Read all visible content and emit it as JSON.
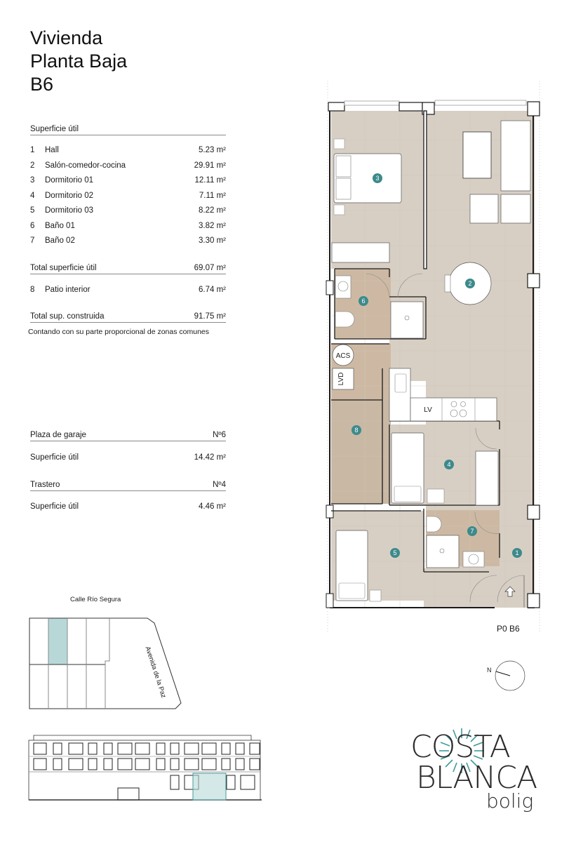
{
  "title": {
    "line1": "Vivienda",
    "line2": "Planta Baja",
    "line3": "B6"
  },
  "superficie": {
    "heading": "Superficie útil",
    "rooms": [
      {
        "num": "1",
        "name": "Hall",
        "area": "5.23 m²"
      },
      {
        "num": "2",
        "name": "Salón-comedor-cocina",
        "area": "29.91 m²"
      },
      {
        "num": "3",
        "name": "Dormitorio 01",
        "area": "12.11 m²"
      },
      {
        "num": "4",
        "name": "Dormitorio 02",
        "area": "7.11 m²"
      },
      {
        "num": "5",
        "name": "Dormitorio 03",
        "area": "8.22 m²"
      },
      {
        "num": "6",
        "name": "Baño 01",
        "area": "3.82 m²"
      },
      {
        "num": "7",
        "name": "Baño 02",
        "area": "3.30 m²"
      }
    ],
    "total_util_label": "Total superficie útil",
    "total_util_value": "69.07 m²",
    "patio": {
      "num": "8",
      "name": "Patio interior",
      "area": "6.74 m²"
    },
    "total_construida_label": "Total sup. construida",
    "total_construida_value": "91.75 m²",
    "note": "Contando con su parte proporcional de zonas comunes"
  },
  "garaje": {
    "label": "Plaza de garaje",
    "number": "Nº6",
    "area_label": "Superficie útil",
    "area_value": "14.42 m²"
  },
  "trastero": {
    "label": "Trastero",
    "number": "Nº4",
    "area_label": "Superficie útil",
    "area_value": "4.46 m²"
  },
  "plan": {
    "room_markers": [
      "1",
      "2",
      "3",
      "4",
      "5",
      "6",
      "7",
      "8"
    ],
    "labels": {
      "acs": "ACS",
      "lvd": "LVD",
      "lv": "LV"
    },
    "entrance_label": "P0 B6",
    "north_label": "N",
    "colors": {
      "floor": "#d8cfc4",
      "wet_floor": "#cdb9a3",
      "patio_floor": "#c9b8a4",
      "marker": "#3d8a8c",
      "wall": "#1a1a1a",
      "highlight": "#7fbcbc"
    }
  },
  "site": {
    "street_top": "Calle Río Segura",
    "street_side": "Avenida de la Paz"
  },
  "logo": {
    "line1": "COSTA",
    "line2": "BLANCA",
    "line3": "bolig",
    "sun_color": "#3d9a9c"
  }
}
